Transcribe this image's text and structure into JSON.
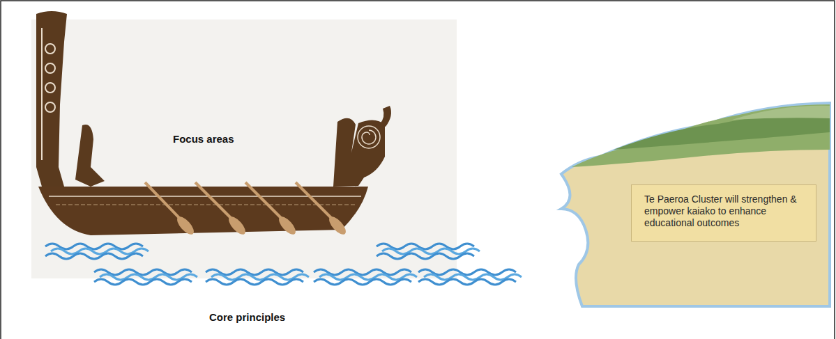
{
  "diagram": {
    "nodes": [
      {
        "text": [
          "Te Paeroa Cluster will strengthen & empower kaiako to enhance educational outcomes"
        ]
      }
    ],
    "labels": [
      "Focus areas",
      "Core principles"
    ]
  }
}
